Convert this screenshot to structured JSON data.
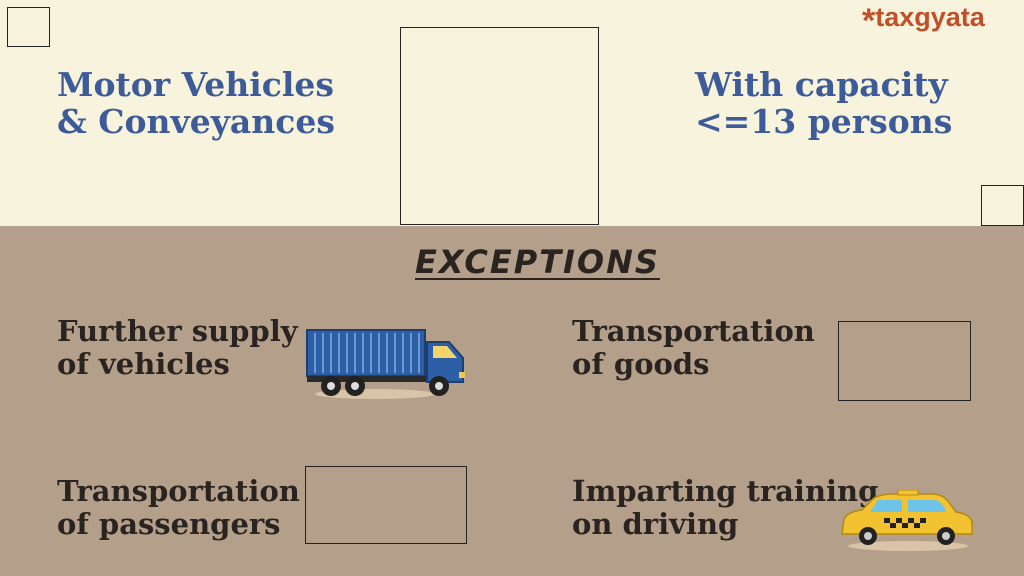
{
  "logo": {
    "star": "*",
    "text": "taxgyata"
  },
  "top": {
    "left_title": [
      "Motor Vehicles",
      "& Conveyances"
    ],
    "right_title": [
      "With capacity",
      "<=13 persons"
    ]
  },
  "heading": "EXCEPTIONS",
  "exceptions": [
    {
      "lines": [
        "Further supply",
        "of vehicles"
      ],
      "icon": "truck-icon"
    },
    {
      "lines": [
        "Transportation",
        "of goods"
      ]
    },
    {
      "lines": [
        "Transportation",
        "of passengers"
      ]
    },
    {
      "lines": [
        "Imparting training",
        "on driving"
      ],
      "icon": "taxi-icon"
    }
  ],
  "colors": {
    "top_bg": "#f7f3dc",
    "bottom_bg": "#b49f8a",
    "title_blue": "#3d5a99",
    "logo": "#c0502a"
  }
}
